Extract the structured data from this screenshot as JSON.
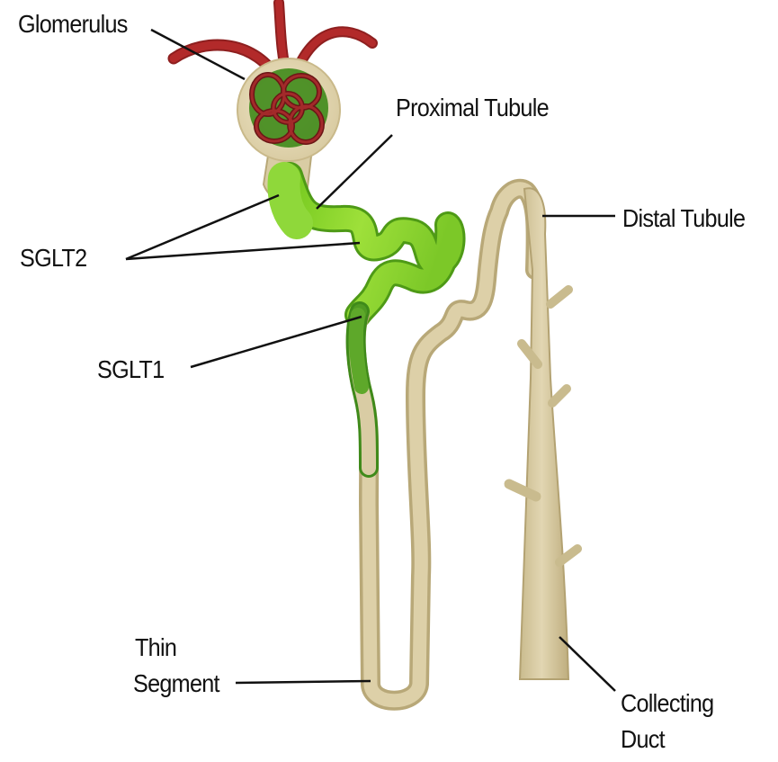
{
  "labels": {
    "glomerulus": "Glomerulus",
    "proximal_tubule": "Proximal Tubule",
    "distal_tubule": "Distal Tubule",
    "sglt2": "SGLT2",
    "sglt1": "SGLT1",
    "thin_line1": "Thin",
    "thin_line2": "Segment",
    "collecting_line1": "Collecting",
    "collecting_line2": "Duct"
  },
  "colors": {
    "tubule_tan": "#d9cca4",
    "tubule_edge": "#b8a878",
    "capsule_fill": "#e6dbb8",
    "vessel_red": "#b22a2a",
    "glomerulus_dark": "#6b1616",
    "sglt2_green": "#8ed62a",
    "sglt2_green_dark": "#5aa818",
    "sglt1_green": "#4f9a22",
    "leader_line": "#111111"
  }
}
